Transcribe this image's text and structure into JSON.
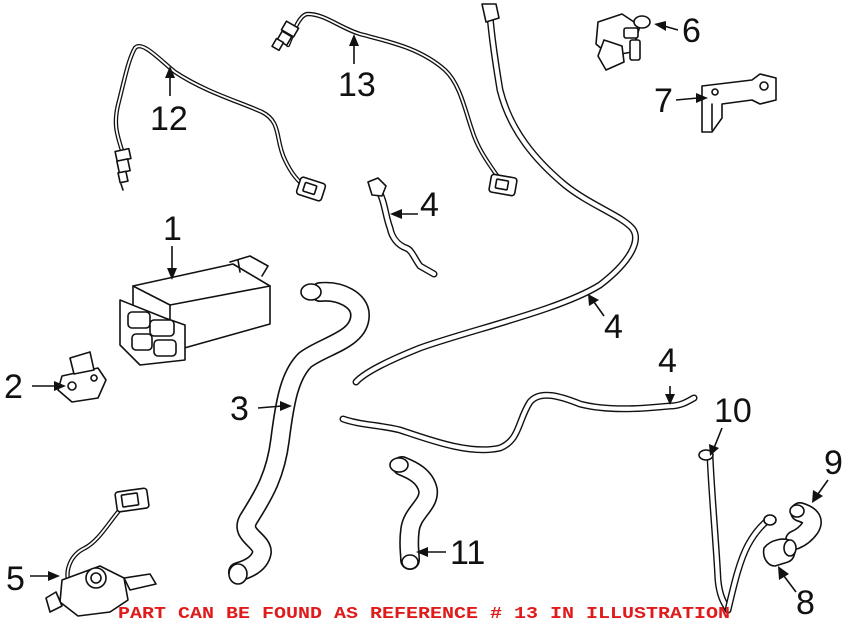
{
  "callouts": [
    {
      "id": "1",
      "label": "1"
    },
    {
      "id": "2",
      "label": "2"
    },
    {
      "id": "3",
      "label": "3"
    },
    {
      "id": "4a",
      "label": "4"
    },
    {
      "id": "4b",
      "label": "4"
    },
    {
      "id": "4c",
      "label": "4"
    },
    {
      "id": "5",
      "label": "5"
    },
    {
      "id": "6",
      "label": "6"
    },
    {
      "id": "7",
      "label": "7"
    },
    {
      "id": "8",
      "label": "8"
    },
    {
      "id": "9",
      "label": "9"
    },
    {
      "id": "10",
      "label": "10"
    },
    {
      "id": "11",
      "label": "11"
    },
    {
      "id": "12",
      "label": "12"
    },
    {
      "id": "13",
      "label": "13"
    }
  ],
  "notice": "PART CAN BE FOUND AS REFERENCE # 13 IN ILLUSTRATION",
  "colors": {
    "line": "#111111",
    "notice": "#e01b1b",
    "background": "#ffffff"
  }
}
